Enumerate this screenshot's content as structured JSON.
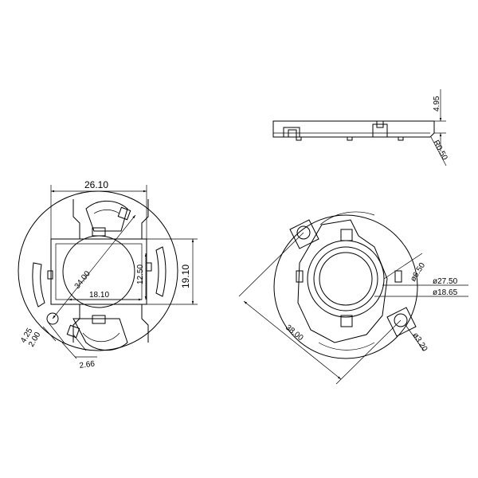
{
  "drawing": {
    "side_view": {
      "height_dim": "4.95",
      "radius_dim": "R0.50"
    },
    "front_view": {
      "width_dim": "26.10",
      "height_dim": "19.10",
      "diagonal_dim": "34.00",
      "inner_width_dim": "18.10",
      "inner_height_dim": "12.50",
      "hole_offset_dim": "4.25",
      "hole_dia_dim": "2.00",
      "slot_dim": "2.66"
    },
    "iso_view": {
      "span_dim": "38.00",
      "inner_dia_dim": "ø6.50",
      "outer_dia_dim": "ø27.50",
      "bore_dia_dim": "ø18.65",
      "hole_dia_dim": "ø3.20"
    }
  }
}
